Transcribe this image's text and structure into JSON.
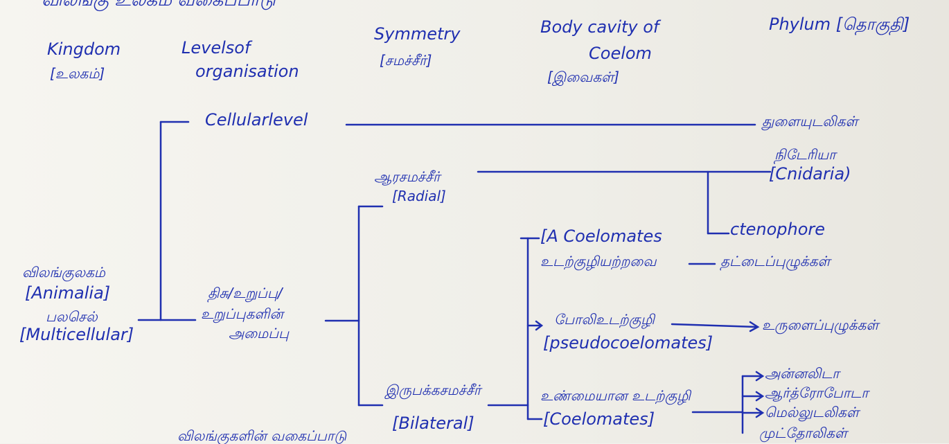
{
  "title_scribble": "விலங்கு உலகம் வகைப்பாடு",
  "headers": {
    "kingdom": "Kingdom",
    "kingdom_ta": "[உலகம்]",
    "levels": "Levelsof",
    "levels_2": "organisation",
    "symmetry": "Symmetry",
    "symmetry_ta": "[சமச்சீர்]",
    "body_cavity": "Body cavity of",
    "body_cavity_2": "Coelom",
    "body_cavity_ta": "[இவைகள்]",
    "phylum": "Phylum [தொகுதி]"
  },
  "nodes": {
    "animalia_ta": "விலங்குலகம்",
    "animalia": "[Animalia]",
    "multicellular_ta": "பலசெல்",
    "multicellular": "[Multicellular]",
    "cellular_level": "Cellularlevel",
    "tissue_ta_1": "திசு/உறுப்பு/",
    "tissue_ta_2": "உறுப்புகளின்",
    "tissue_ta_3": "அமைப்பு",
    "radial_ta": "ஆரசமச்சீர்",
    "radial": "[Radial]",
    "bilateral_ta": "இருபக்கசமச்சீர்",
    "bilateral": "[Bilateral]",
    "acoelomates": "[A Coelomates",
    "acoelomates_ta": "உடற்குழியற்றவை",
    "pseudo_ta": "போலிஉடற்குழி",
    "pseudo": "[pseudocoelomates]",
    "coelomates_ta": "உண்மையான உடற்குழி",
    "coelomates": "[Coelomates]",
    "porifera_ta": "துளையுடலிகள்",
    "cnidaria_ta": "நிடேரியா",
    "cnidaria": "[Cnidaria)",
    "ctenophore": "ctenophore",
    "platy_ta": "தட்டைப்புழுக்கள்",
    "aschel_ta": "உருளைப்புழுக்கள்",
    "annelida_ta": "அன்னலிடா",
    "arthro_ta": "ஆர்த்ரோபோடா",
    "mollusca_ta": "மெல்லுடலிகள்",
    "bottom_ta": "முட்தோலிகள்",
    "footer_ta": "விலங்குகளின் வகைப்பாடு"
  },
  "colors": {
    "ink": "#1f2fb0",
    "paper": "#f3f2ed"
  }
}
